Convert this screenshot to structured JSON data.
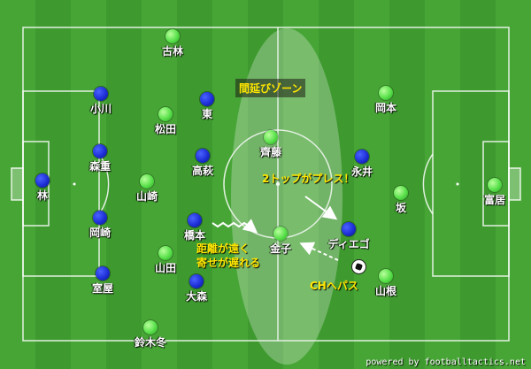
{
  "zone_label": "間延びゾーン",
  "notes": {
    "press": "2トップがプレス！",
    "distance_line1": "距離が遠く",
    "distance_line2": "寄せが遅れる",
    "ch_pass": "CHへパス"
  },
  "credit": "powered by footballtactics.net",
  "colors": {
    "pitch_dark": "#3e9a2f",
    "pitch_light": "#47a536",
    "team_blue": "#1d2fd6",
    "team_green": "#58e04a",
    "highlight": "#ffe600"
  },
  "players": {
    "furubayashi": "古林",
    "ogawa": "小川",
    "higashi": "東",
    "okamoto": "岡本",
    "matsuda": "松田",
    "saito": "齊藤",
    "morishige": "森重",
    "takahagi": "高萩",
    "nagai": "永井",
    "hayashi": "林",
    "yamazaki": "山崎",
    "saka": "坂",
    "tomii": "富居",
    "okazaki": "岡崎",
    "hashimoto": "橋本",
    "kaneko": "金子",
    "diego": "ディエゴ",
    "yamada": "山田",
    "yamane": "山根",
    "muroya": "室屋",
    "omori": "大森",
    "suzuki_fuyu": "鈴木冬"
  }
}
